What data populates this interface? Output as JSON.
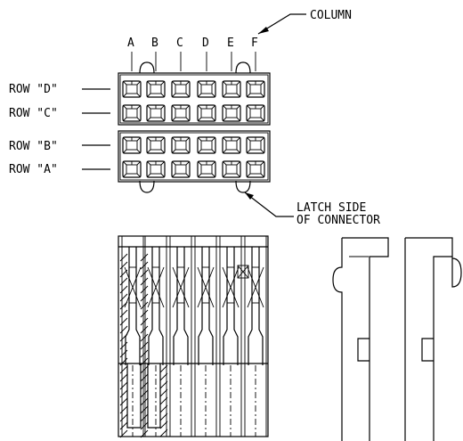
{
  "labels": {
    "column": "COLUMN",
    "latch_line1": "LATCH SIDE",
    "latch_line2": "OF CONNECTOR"
  },
  "columns": [
    "A",
    "B",
    "C",
    "D",
    "E",
    "F"
  ],
  "rows_upper": [
    "ROW \"D\"",
    "ROW \"C\""
  ],
  "rows_lower": [
    "ROW \"B\"",
    "ROW \"A\""
  ]
}
